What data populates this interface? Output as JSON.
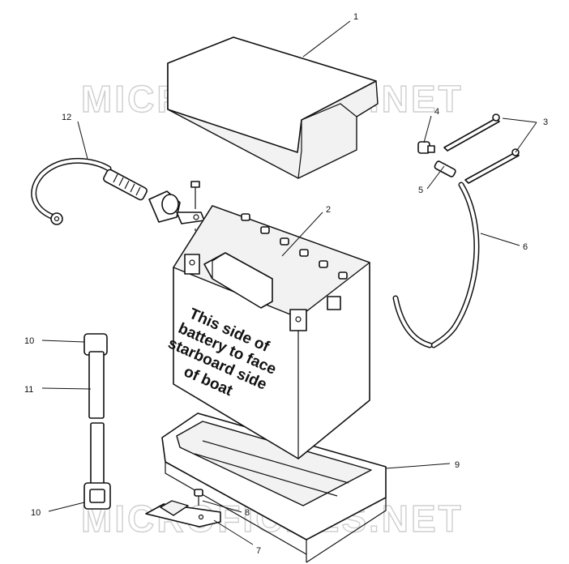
{
  "watermark_text": "MICROFICHES.NET",
  "battery_label_lines": [
    "This side of",
    "battery to face",
    "starboard side",
    "of boat"
  ],
  "callouts": {
    "c1": "1",
    "c2": "2",
    "c3": "3",
    "c4": "4",
    "c5": "5",
    "c6": "6",
    "c7": "7",
    "c8": "8",
    "c9": "9",
    "c10_top": "10",
    "c10_bottom": "10",
    "c11": "11",
    "c12": "12"
  }
}
